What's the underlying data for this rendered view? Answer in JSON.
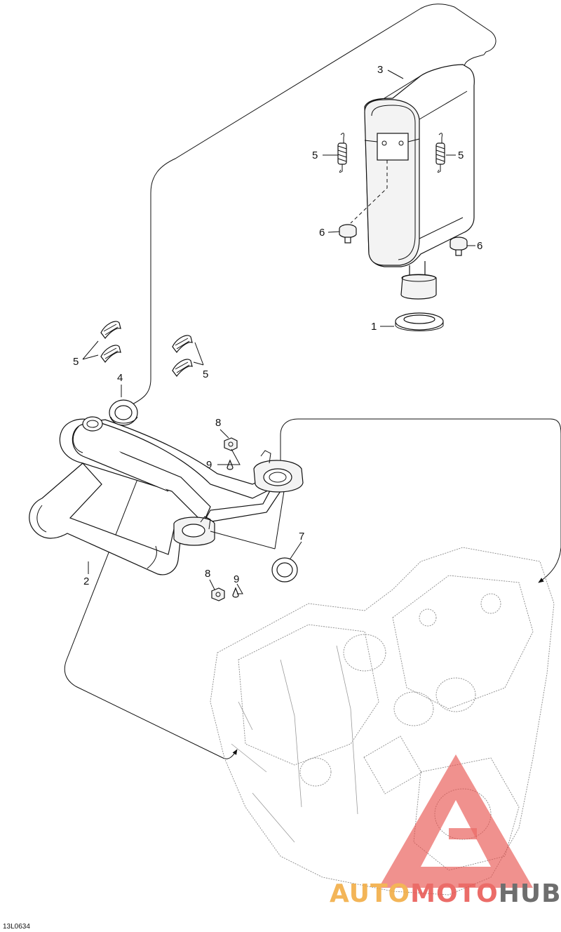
{
  "callouts": {
    "c1": "1",
    "c2": "2",
    "c3": "3",
    "c4": "4",
    "c5": "5",
    "c6": "6",
    "c7": "7",
    "c8": "8",
    "c9": "9"
  },
  "drawing_ref": "13L0634",
  "watermark": {
    "part_auto": "AUTO",
    "part_moto": "MOTO",
    "part_hub": "HUB",
    "color_accent": "#f2a93b",
    "color_logo": "#e8534e",
    "color_dark": "#555555"
  }
}
